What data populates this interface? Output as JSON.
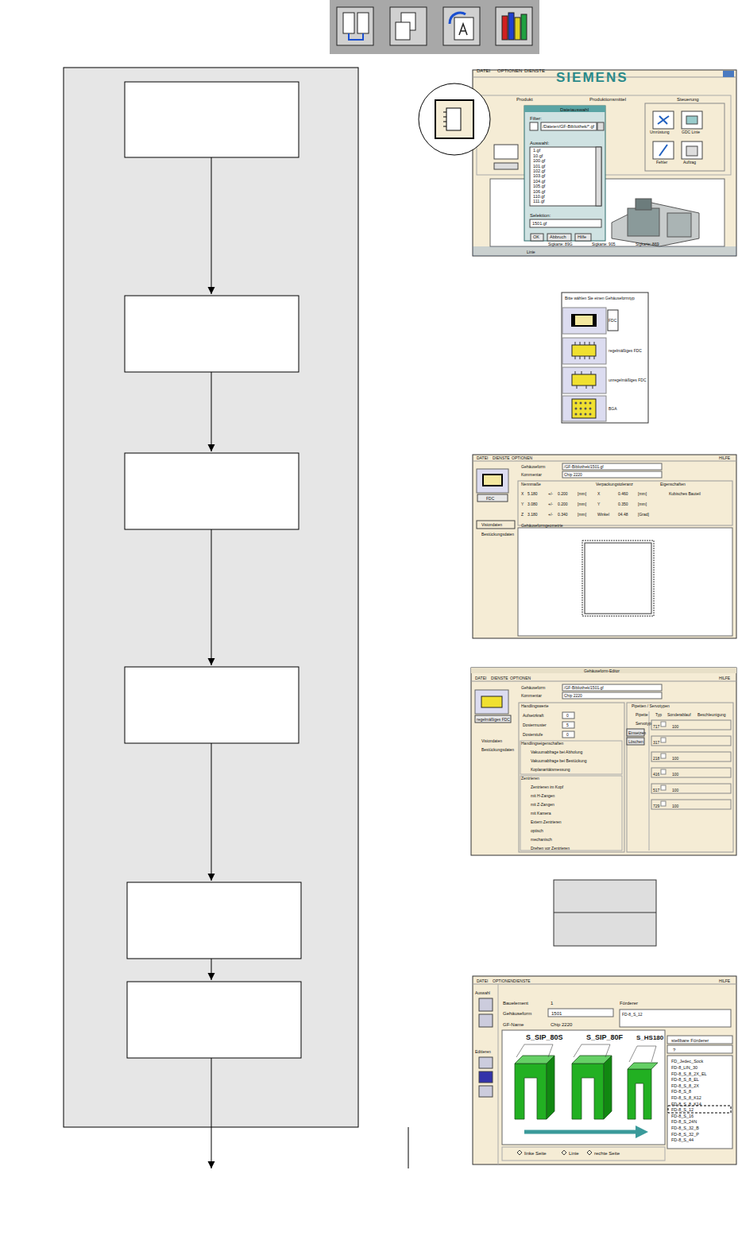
{
  "diagram": {
    "labels": [
      "DATEI",
      "OPTIONEN",
      "DIENSTE",
      "SIEMENS",
      "Produkt",
      "Produktionsmittel",
      "Steuerung",
      "Dateiauswahl",
      "Filter:",
      "/Dateien/GF-Bibliothek/*.gf",
      "Auswahl:",
      "1.gf",
      "10.gf",
      "100.gf",
      "101.gf",
      "102.gf",
      "103.gf",
      "104.gf",
      "105.gf",
      "106.gf",
      "110.gf",
      "111.gf",
      "Selektion:",
      "1501.gf",
      "OK",
      "Abbruch",
      "Hilfe",
      "Umrüstung",
      "GDC Linie",
      "Fehler",
      "Auftrag",
      "Sigkarte: 89G",
      "Sigkarte: 905",
      "Sigkarte: 869",
      "Linie",
      "Bitte wählen Sie einen Gehäuseformtyp",
      "FDC",
      "regelmäßiges FDC",
      "unregelmäßiges FDC",
      "BGA",
      "DATEI",
      "DIENSTE",
      "OPTIONEN",
      "HILFE",
      "Gehäuseform",
      "/GF-Bibliothek/1501.gf",
      "Kommentar",
      "Chip 2220",
      "FDC",
      "Nennmaße",
      "Verpackungstoleranz",
      "Eigenschaften",
      "X",
      "Y",
      "Z",
      "5.180",
      "3.080",
      "3.180",
      "+/-",
      "+/-",
      "+/-",
      "0.200",
      "0.200",
      "0.340",
      "[mm]",
      "[mm]",
      "[mm]",
      "X",
      "Y",
      "Winkel",
      "0.460",
      "0.350",
      "04.48",
      "[mm]",
      "[mm]",
      "[Grad]",
      "Kubisches Bauteil",
      "Visiondaten",
      "Bestückungsdaten",
      "Gehäuseformgeometrie",
      "Gehäuseform-Editor",
      "DATEI",
      "DIENSTE",
      "OPTIONEN",
      "HILFE",
      "Gehäuseform",
      "/GF-Bibliothek/1501.gf",
      "Kommentar",
      "Chip 2220",
      "regelmäßiges FDC",
      "Visiondaten",
      "Bestückungsdaten",
      "Handlingswerte",
      "Aufsetzkraft",
      "Dosiermuster",
      "Dosierstufe",
      "0",
      "5",
      "0",
      "Handlingseigenschaften",
      "Vakuumabfrage bei Abholung",
      "Vakuumabfrage bei Bestückung",
      "Koplanaritätsmessung",
      "Zentrieren",
      "Zentrieren im Kopf",
      "mit H-Zangen",
      "mit Z-Zangen",
      "mit Kamera",
      "Extern Zentrieren",
      "optisch",
      "mechanisch",
      "Drehen vor Zentrieren",
      "Pipetten / Servotypen",
      "Pipette",
      "Servotyp",
      "Einsetzen",
      "Löschen",
      "Typ",
      "Sonderablauf",
      "Beschleunigung",
      "717",
      "317",
      "218",
      "416",
      "517",
      "729",
      "100",
      "100",
      "100",
      "100",
      "100",
      "DATEI",
      "OPTIONEN",
      "DIENSTE",
      "HILFE",
      "Auswahl",
      "Bauelement",
      "1",
      "Förderer",
      "Gehäuseform",
      "1501",
      "FD-8_S_12",
      "GF-Name",
      "Chip 2220",
      "Editieren",
      "S_SIP_80S",
      "S_SIP_80F",
      "S_HS180",
      "stellbare Förderer",
      "?",
      "FD_Jedec_Sock",
      "FD-8_LIN_30",
      "FD-8_S_8_2X_EL",
      "FD-8_S_8_EL",
      "FD-8_S_8_2X",
      "FD-8_S_8",
      "FD-8_S_8_K12",
      "FD-8_S_8_K14",
      "FD-8_S_12",
      "FD-8_S_16",
      "FD-8_S_24N",
      "FD-8_S_32_B",
      "FD-8_S_32_P",
      "FD-8_S_44",
      "linke Seite",
      "Linie",
      "rechte Seite"
    ]
  }
}
